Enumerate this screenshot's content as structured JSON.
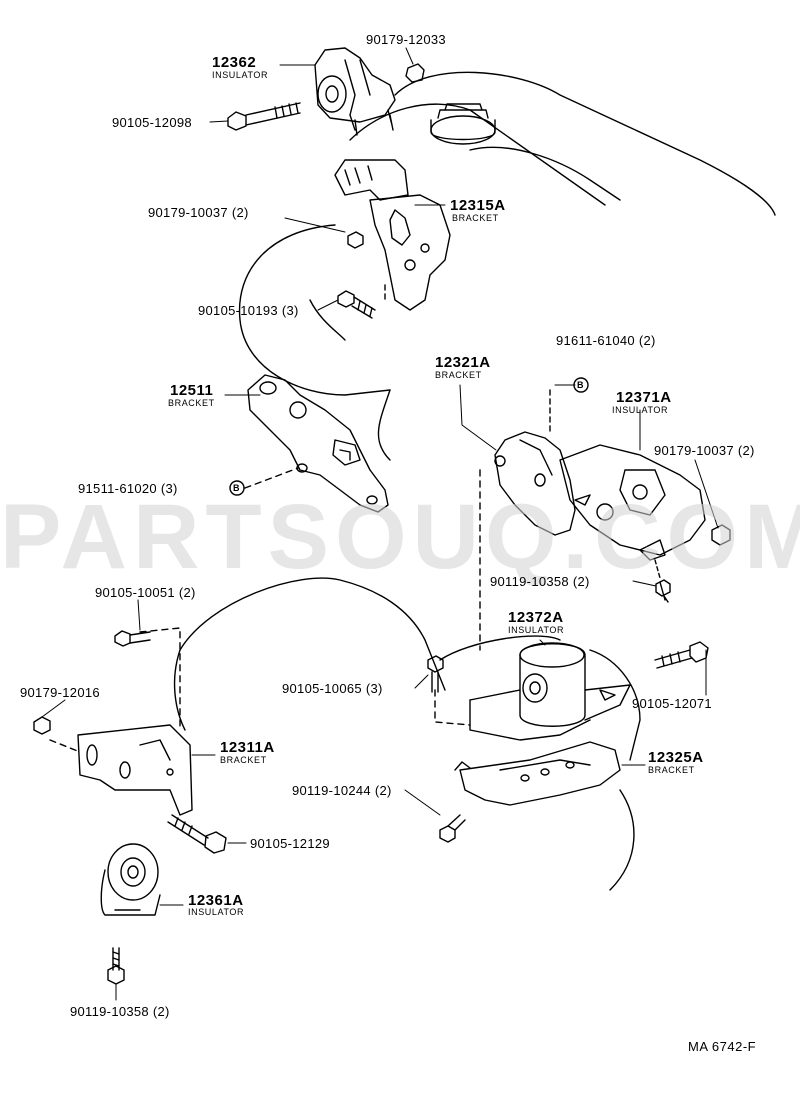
{
  "watermark": "PARTSOUQ.COM",
  "footer_code": "MA 6742-F",
  "labels": {
    "p12362": "12362",
    "p12362_sub": "INSULATOR",
    "p90179_12033": "90179-12033",
    "p90105_12098": "90105-12098",
    "p12315a": "12315A",
    "p12315a_sub": "BRACKET",
    "p90179_10037a": "90179-10037 (2)",
    "p90105_10193": "90105-10193 (3)",
    "p12511": "12511",
    "p12511_sub": "BRACKET",
    "p91511_61020": "91511-61020 (3)",
    "p12321a": "12321A",
    "p12321a_sub": "BRACKET",
    "p91611_61040": "91611-61040 (2)",
    "p12371a": "12371A",
    "p12371a_sub": "INSULATOR",
    "p90179_10037b": "90179-10037 (2)",
    "p90119_10358a": "90119-10358 (2)",
    "p90105_10051": "90105-10051 (2)",
    "p90179_12016": "90179-12016",
    "p12311a": "12311A",
    "p12311a_sub": "BRACKET",
    "p90105_12129": "90105-12129",
    "p12361a": "12361A",
    "p12361a_sub": "INSULATOR",
    "p90119_10358b": "90119-10358 (2)",
    "p12372a": "12372A",
    "p12372a_sub": "INSULATOR",
    "p90105_10065": "90105-10065 (3)",
    "p90105_12071": "90105-12071",
    "p12325a": "12325A",
    "p12325a_sub": "BRACKET",
    "p90119_10244": "90119-10244 (2)",
    "callout_b": "B"
  }
}
